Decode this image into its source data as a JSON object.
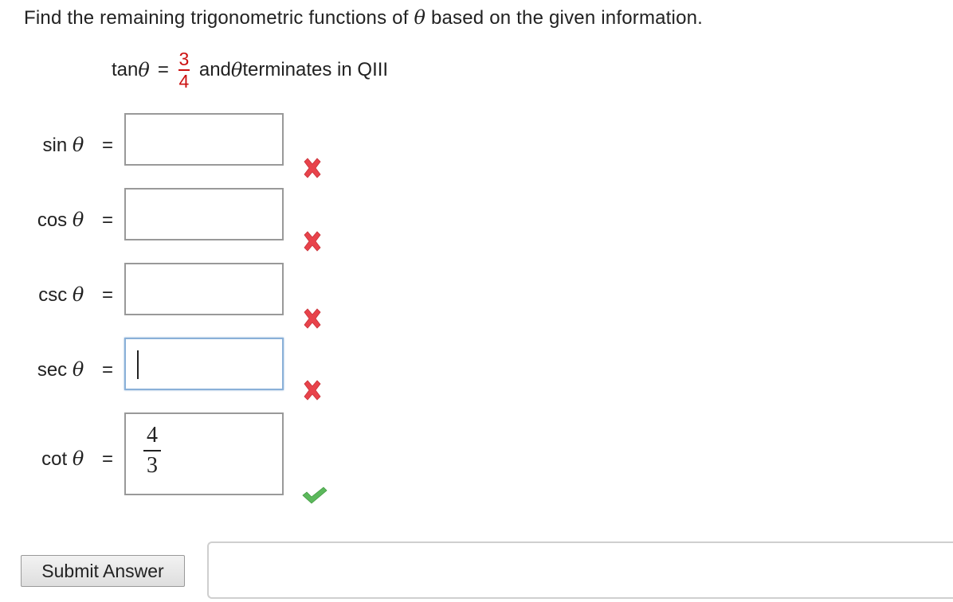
{
  "prompt": {
    "text_before": "Find the remaining trigonometric functions of ",
    "theta": "θ",
    "text_after": " based on the given information."
  },
  "given": {
    "func": "tan ",
    "theta": "θ",
    "equals": "=",
    "numerator": "3",
    "denominator": "4",
    "tail_before": "and ",
    "tail_after": " terminates in QIII",
    "fraction_color": "#cc1111"
  },
  "rows": [
    {
      "func": "sin",
      "theta": "θ",
      "equals": "=",
      "value": "",
      "status": "incorrect"
    },
    {
      "func": "cos",
      "theta": "θ",
      "equals": "=",
      "value": "",
      "status": "incorrect"
    },
    {
      "func": "csc",
      "theta": "θ",
      "equals": "=",
      "value": "",
      "status": "incorrect"
    },
    {
      "func": "sec",
      "theta": "θ",
      "equals": "=",
      "value": "",
      "status": "incorrect",
      "focused": true
    },
    {
      "func": "cot",
      "theta": "θ",
      "equals": "=",
      "value_numerator": "4",
      "value_denominator": "3",
      "status": "correct"
    }
  ],
  "icons": {
    "incorrect": "x-mark-icon",
    "correct": "check-mark-icon",
    "incorrect_color": "#e8434b",
    "correct_color": "#5cb85c"
  },
  "submit": {
    "label": "Submit Answer"
  }
}
